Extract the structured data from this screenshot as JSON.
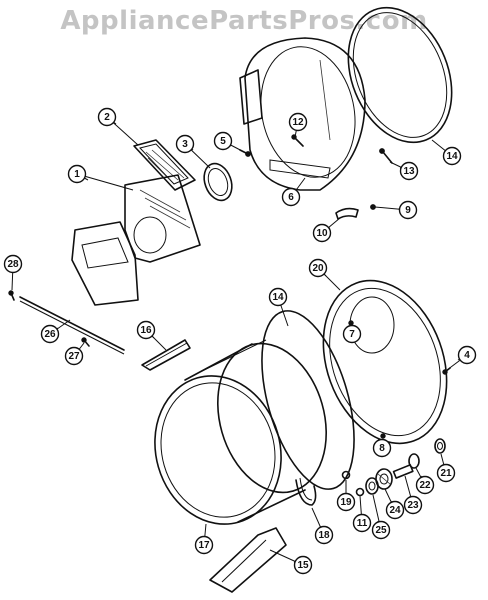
{
  "watermark": "AppliancePartsPros.com",
  "labels": [
    "1",
    "2",
    "3",
    "4",
    "5",
    "6",
    "7",
    "8",
    "9",
    "10",
    "11",
    "12",
    "13",
    "14",
    "14",
    "15",
    "16",
    "17",
    "18",
    "19",
    "20",
    "21",
    "22",
    "23",
    "24",
    "25",
    "26",
    "27",
    "28"
  ]
}
